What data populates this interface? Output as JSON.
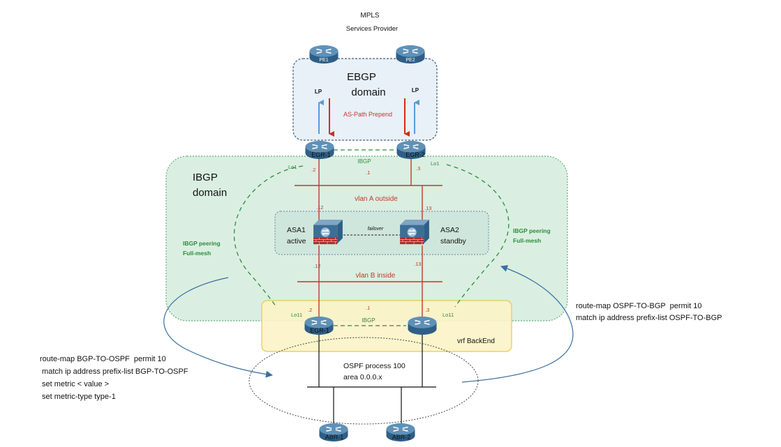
{
  "header": {
    "line1": "MPLS",
    "line2": "Services Provider"
  },
  "ebgp": {
    "title_line1": "EBGP",
    "title_line2": "domain",
    "lp_left": "LP",
    "lp_right": "LP",
    "prepend": "AS-Path Prepend"
  },
  "routers": {
    "pe1": "PE1",
    "pe2": "PE2",
    "egr1_top": "EGR-1",
    "egr2_top": "EGR-2",
    "egr1_bottom": "EGR-1",
    "abr1": "ABR-1",
    "abr2": "ABR-2"
  },
  "ibgp": {
    "title_line1": "IBGP",
    "title_line2": "domain",
    "link_top": "IBGP",
    "link_bottom": "IBGP",
    "peering_left_line1": "IBGP peering",
    "peering_left_line2": "Full-mesh",
    "peering_right_line1": "IBGP peering",
    "peering_right_line2": "Full-mesh",
    "lo_top_left": "Lo1",
    "lo_top_right": "Lo1",
    "lo_bottom_left": "Lo11",
    "lo_bottom_right": "Lo11"
  },
  "addresses": {
    "top_egr1": ".2",
    "top_mid": ".1",
    "top_egr2": ".3",
    "outside_asa1": ".12",
    "outside_asa2": ".13",
    "inside_asa1": ".12",
    "inside_asa2": ".13",
    "bottom_egr1": ".2",
    "bottom_mid": ".1",
    "bottom_egr2": ".3"
  },
  "vlans": {
    "outside": "vlan A outside",
    "inside": "vlan B inside"
  },
  "asa": {
    "asa1_name": "ASA1",
    "asa1_state": "active",
    "asa2_name": "ASA2",
    "asa2_state": "standby",
    "failover": "failover"
  },
  "vrf": {
    "label": "vrf BackEnd"
  },
  "ospf": {
    "line1": "OSPF process 100",
    "line2": "area 0.0.0.x"
  },
  "route_map_right": {
    "line1": "route-map OSPF-TO-BGP  permit 10",
    "line2": "match ip address prefix-list OSPF-TO-BGP"
  },
  "route_map_left": {
    "line1": "route-map BGP-TO-OSPF  permit 10",
    "line2": " match ip address prefix-list BGP-TO-OSPF",
    "line3": " set metric < value >",
    "line4": " set metric-type type-1"
  },
  "colors": {
    "ebgp_box_fill": "#e8f0f8",
    "ebgp_box_stroke": "#44607a",
    "ibgp_box_fill": "#d4ecdc",
    "ibgp_box_stroke": "#5fae77",
    "vrf_box_fill": "#fbf3c6",
    "vrf_box_stroke": "#e7c94a",
    "link_red": "#c0392b",
    "text_red": "#c0392b",
    "text_green": "#2e8b3e",
    "arrow_blue": "#5b9bd5",
    "curve_blue": "#3b6fa0",
    "router_blue": "#3d6e94"
  }
}
